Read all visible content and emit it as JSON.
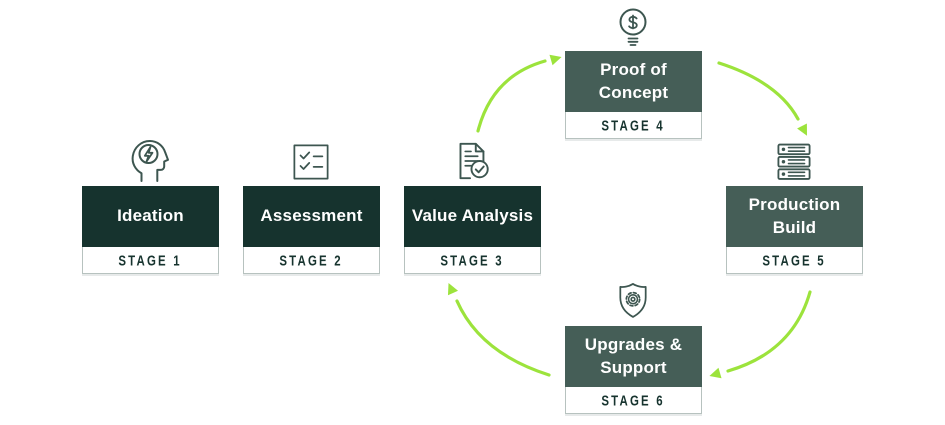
{
  "diagram": {
    "stages": [
      {
        "id": 1,
        "title": "Ideation",
        "label": "STAGE 1",
        "icon": "idea-head-icon",
        "variant": "dark"
      },
      {
        "id": 2,
        "title": "Assessment",
        "label": "STAGE 2",
        "icon": "checklist-icon",
        "variant": "dark"
      },
      {
        "id": 3,
        "title": "Value Analysis",
        "label": "STAGE 3",
        "icon": "document-check-icon",
        "variant": "dark"
      },
      {
        "id": 4,
        "title": "Proof of Concept",
        "label": "STAGE 4",
        "icon": "bulb-dollar-icon",
        "variant": "light"
      },
      {
        "id": 5,
        "title": "Production Build",
        "label": "STAGE 5",
        "icon": "server-stack-icon",
        "variant": "light"
      },
      {
        "id": 6,
        "title": "Upgrades & Support",
        "label": "STAGE 6",
        "icon": "shield-gear-icon",
        "variant": "light"
      }
    ],
    "flow": [
      {
        "from": 3,
        "to": 4
      },
      {
        "from": 4,
        "to": 5
      },
      {
        "from": 5,
        "to": 6
      },
      {
        "from": 6,
        "to": 3
      }
    ],
    "colors": {
      "dark_box": "#16332e",
      "light_box": "#455e57",
      "arrow": "#9ce33c",
      "icon_stroke": "#3d5650",
      "bar_border": "#b7c2bf",
      "stage_text": "#16332e"
    }
  }
}
